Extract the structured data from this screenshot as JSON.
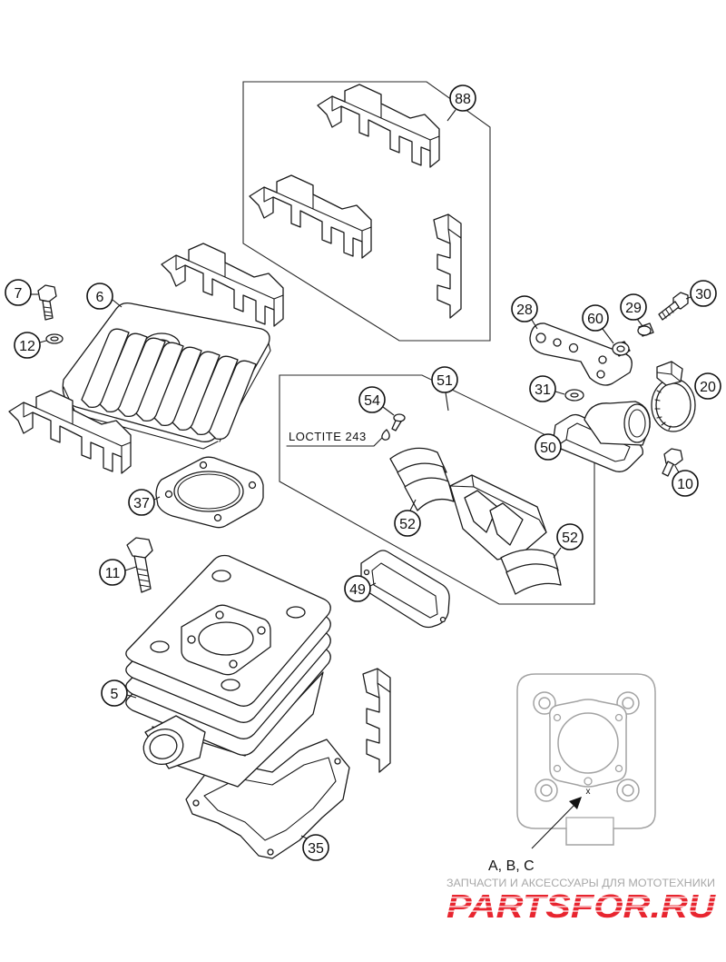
{
  "callouts": [
    {
      "label": "88"
    },
    {
      "label": "7"
    },
    {
      "label": "6"
    },
    {
      "label": "12"
    },
    {
      "label": "28"
    },
    {
      "label": "60"
    },
    {
      "label": "29"
    },
    {
      "label": "30"
    },
    {
      "label": "51"
    },
    {
      "label": "54"
    },
    {
      "label": "31"
    },
    {
      "label": "20"
    },
    {
      "label": "50"
    },
    {
      "label": "10"
    },
    {
      "label": "37"
    },
    {
      "label": "52"
    },
    {
      "label": "52"
    },
    {
      "label": "11"
    },
    {
      "label": "49"
    },
    {
      "label": "5"
    },
    {
      "label": "35"
    }
  ],
  "loctite": "LOCTITE 243",
  "inset": {
    "label": "A, B, C",
    "mark": "x"
  },
  "watermark": {
    "tagline": "ЗАПЧАСТИ И АКСЕССУАРЫ ДЛЯ МОТОТЕХНИКИ",
    "logo": "PARTSFOR.RU"
  },
  "colors": {
    "line": "#1a1a1a",
    "inset_line": "#a3a3a3",
    "logo": "#e8252f",
    "tagline": "#a8a8a8",
    "background": "#ffffff"
  }
}
